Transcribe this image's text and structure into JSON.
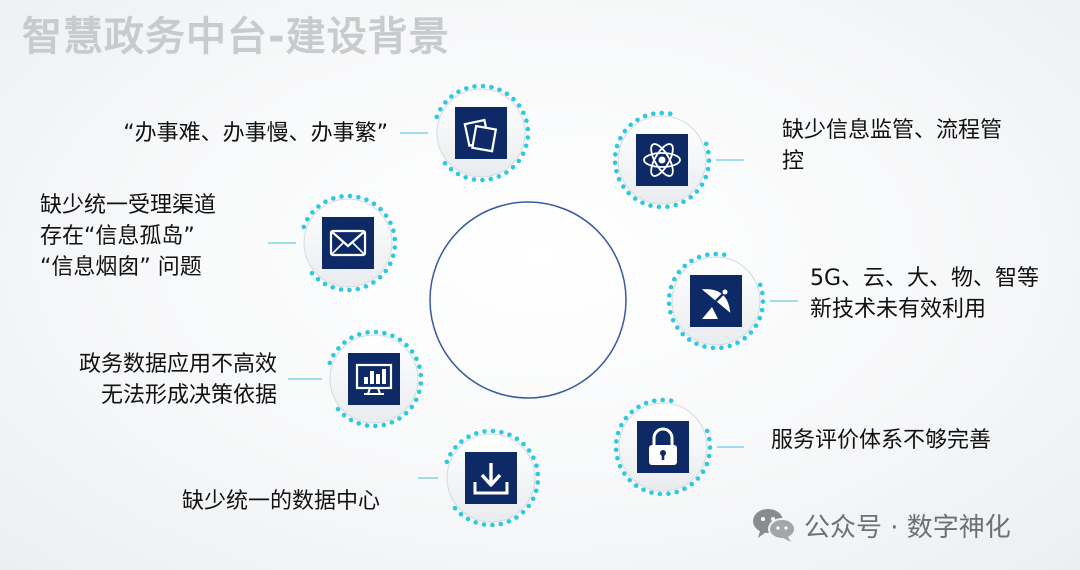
{
  "title": "智慧政务中台-建设背景",
  "items": [
    {
      "id": "item-1",
      "icon": "documents-icon",
      "lines": [
        "“办事难、办事慢、办事繁”"
      ]
    },
    {
      "id": "item-2",
      "icon": "envelope-icon",
      "lines": [
        "缺少统一受理渠道",
        "存在“信息孤岛”",
        "“信息烟囱” 问题"
      ]
    },
    {
      "id": "item-3",
      "icon": "monitor-chart-icon",
      "lines": [
        "政务数据应用不高效",
        "无法形成决策依据"
      ]
    },
    {
      "id": "item-4",
      "icon": "download-icon",
      "lines": [
        "缺少统一的数据中心"
      ]
    },
    {
      "id": "item-5",
      "icon": "atom-icon",
      "lines": [
        "缺少信息监管、流程管",
        "控"
      ]
    },
    {
      "id": "item-6",
      "icon": "satellite-dish-icon",
      "lines": [
        "5G、云、大、物、智等",
        "新技术未有效利用"
      ]
    },
    {
      "id": "item-7",
      "icon": "lock-icon",
      "lines": [
        "服务评价体系不够完善"
      ]
    }
  ],
  "watermark": {
    "icon": "wechat-icon",
    "text": "公众号 · 数字神化"
  },
  "colors": {
    "icon_bg": "#0d2a66",
    "dots": "#2ec8e0",
    "connector": "#7fd6e6",
    "ring": "#3b5aa0",
    "title": "#c9cacc"
  }
}
